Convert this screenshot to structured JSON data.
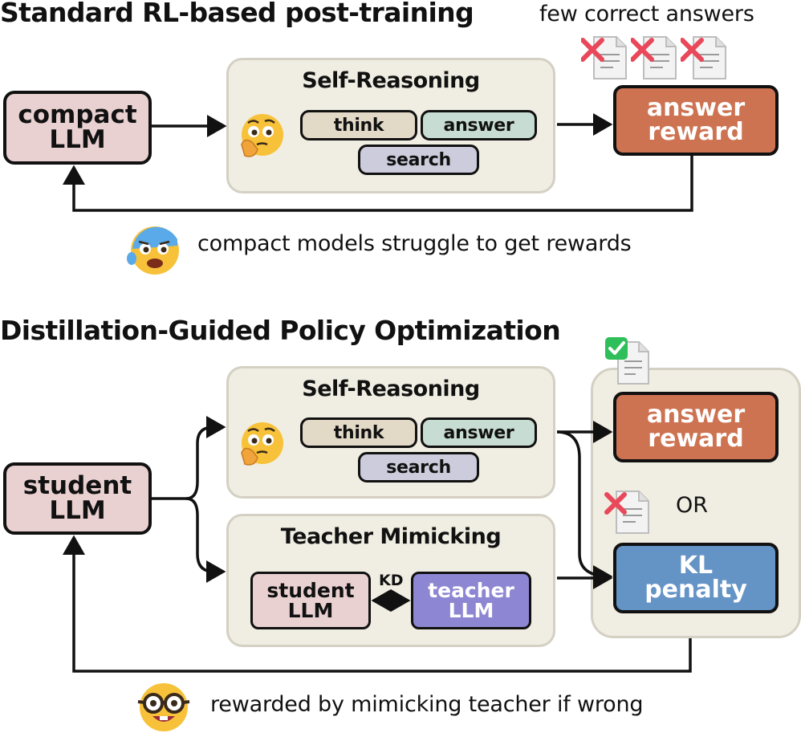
{
  "top": {
    "title": "Standard RL-based post-training",
    "few_correct_label": "few correct answers",
    "model_box": "compact\nLLM",
    "panel_title": "Self-Reasoning",
    "tokens": {
      "think": "think",
      "answer": "answer",
      "search": "search"
    },
    "reward_box": "answer\nreward",
    "caption": "compact models struggle to get rewards",
    "emoji_thinking": "thinking-face-icon",
    "emoji_anxious": "anxious-face-icon"
  },
  "bottom": {
    "title": "Distillation-Guided Policy Optimization",
    "model_box": "student\nLLM",
    "panel1_title": "Self-Reasoning",
    "tokens": {
      "think": "think",
      "answer": "answer",
      "search": "search"
    },
    "panel2_title": "Teacher Mimicking",
    "student_box": "student\nLLM",
    "teacher_box": "teacher\nLLM",
    "kd_label": "KD",
    "reward_box": "answer\nreward",
    "or_label": "OR",
    "kl_box": "KL\npenalty",
    "caption": "rewarded by mimicking teacher if wrong",
    "emoji_nerd": "nerd-face-icon"
  },
  "colors": {
    "panel_bg": "#f0ede2",
    "llm_box": "#ead1d1",
    "answer_reward": "#cd7352",
    "kl_penalty": "#6493c6",
    "teacher_llm": "#8d86d2",
    "cross": "#e8485a",
    "check": "#2fbf5a"
  }
}
